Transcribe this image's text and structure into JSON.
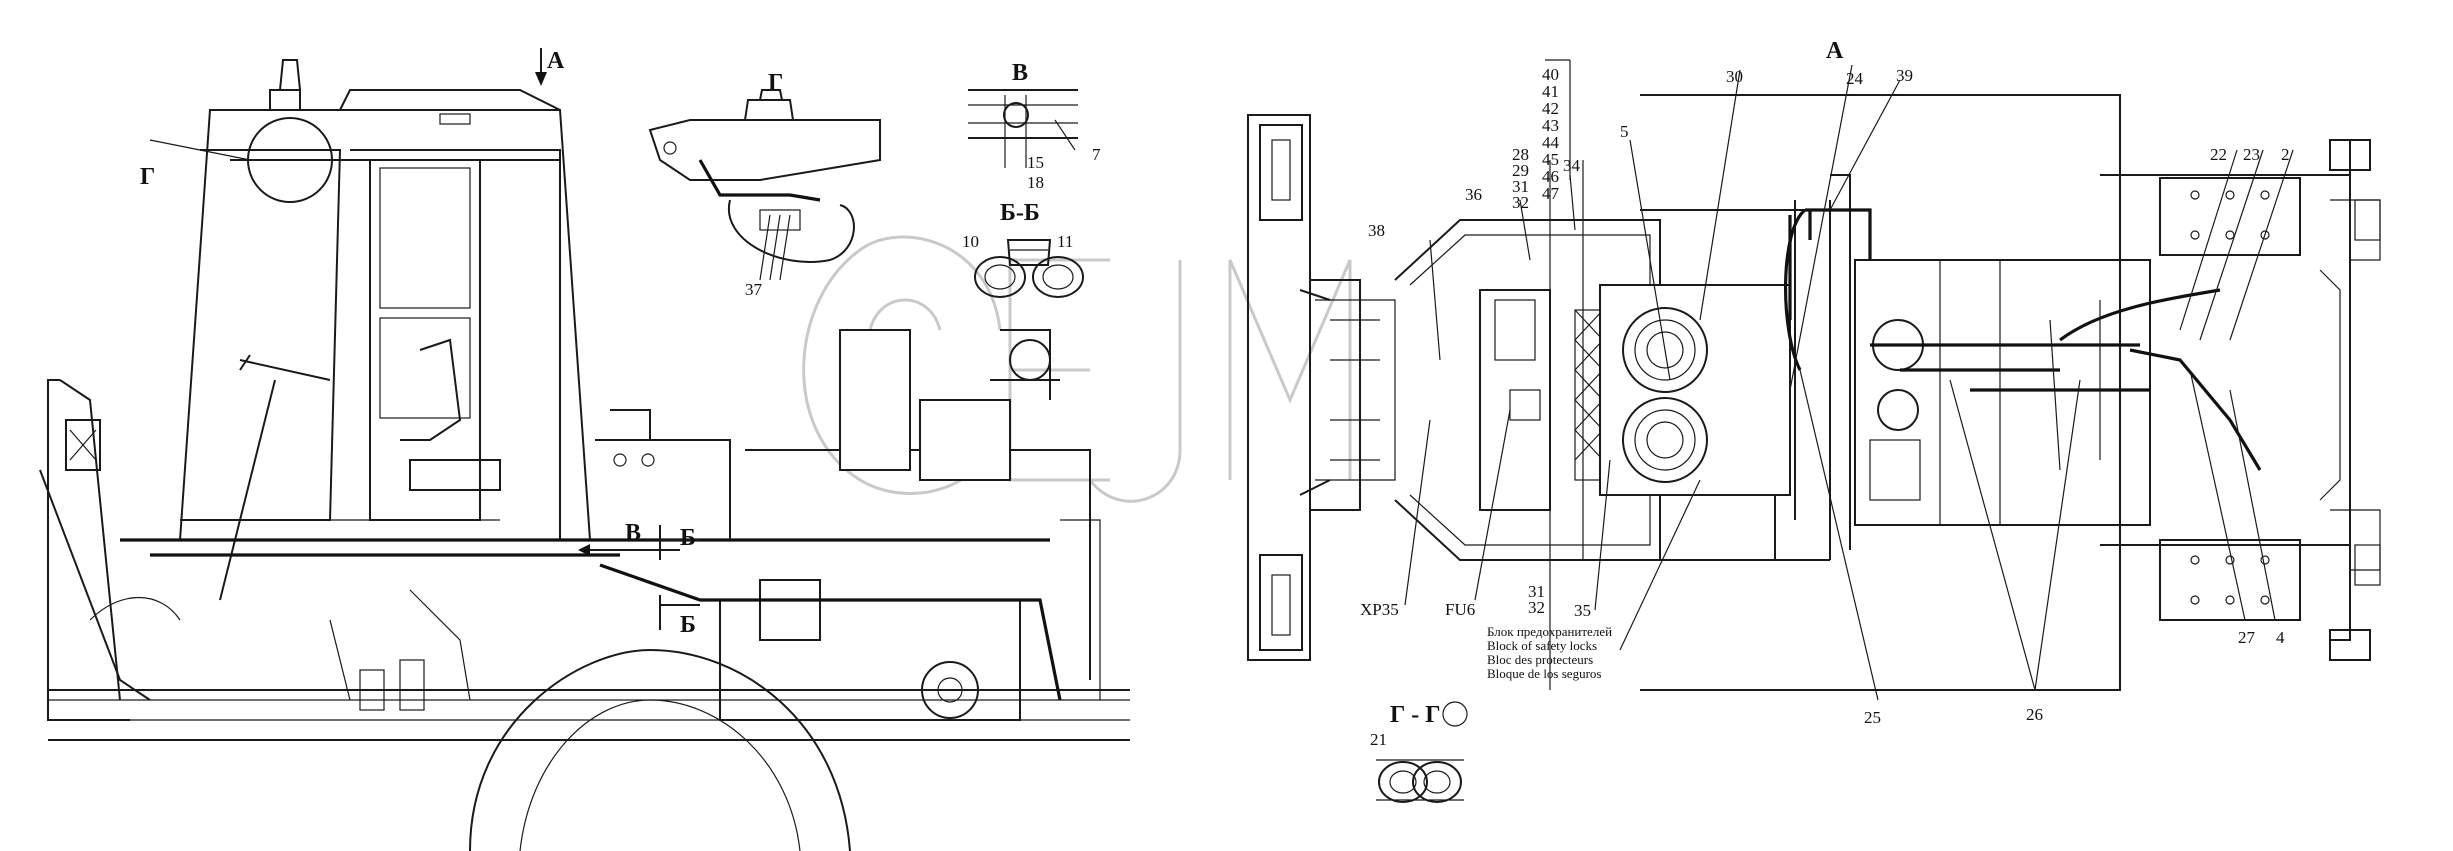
{
  "view_labels": {
    "view_a": "А",
    "view_g": "Г",
    "view_g_top": "Г",
    "view_v": "В",
    "view_v_mid": "В",
    "section_bb": "Б-Б",
    "section_b_upper": "Б",
    "section_b_lower": "Б",
    "section_gg": "Г - Г",
    "plan_a": "А"
  },
  "callouts": {
    "c2": "2",
    "c4": "4",
    "c5": "5",
    "c7": "7",
    "c10": "10",
    "c11": "11",
    "c15": "15",
    "c18": "18",
    "c21": "21",
    "c22": "22",
    "c23": "23",
    "c24": "24",
    "c25": "25",
    "c26": "26",
    "c27": "27",
    "c30": "30",
    "c31": "31",
    "c32": "32",
    "c34": "34",
    "c35": "35",
    "c36": "36",
    "c37": "37",
    "c38": "38",
    "c39": "39",
    "stack_top": [
      "40",
      "41",
      "42",
      "43",
      "44",
      "45",
      "46",
      "47"
    ],
    "stack_mid": [
      "28",
      "29",
      "31",
      "32"
    ],
    "stack_low": [
      "31",
      "32"
    ],
    "xp35": "XP35",
    "fu6": "FU6"
  },
  "legend": {
    "ru": "Блок предохранителей",
    "en": "Block of safety locks",
    "fr": "Bloc des protecteurs",
    "es": "Bloque de los seguros"
  }
}
